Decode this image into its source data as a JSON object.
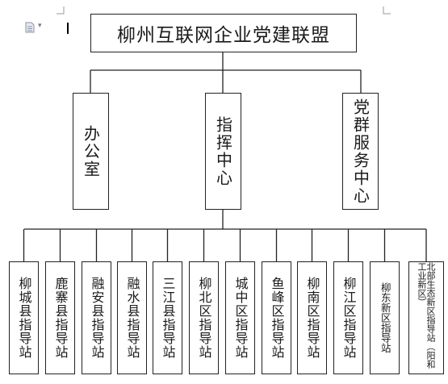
{
  "diagram": {
    "root": "柳州互联网企业党建联盟",
    "centers": [
      "办公室",
      "指挥中心",
      "党群服务中心"
    ],
    "stations": [
      "柳城县指导站",
      "鹿寨县指导站",
      "融安县指导站",
      "融水县指导站",
      "三江县指导站",
      "柳北区指导站",
      "城中区指导站",
      "鱼峰区指导站",
      "柳南区指导站",
      "柳江区指导站",
      "柳东新区指导站",
      "北部生态新区指导站（阳和工业新区）"
    ]
  },
  "icons": {
    "document": "document-icon",
    "caret": "dropdown-caret-icon"
  }
}
